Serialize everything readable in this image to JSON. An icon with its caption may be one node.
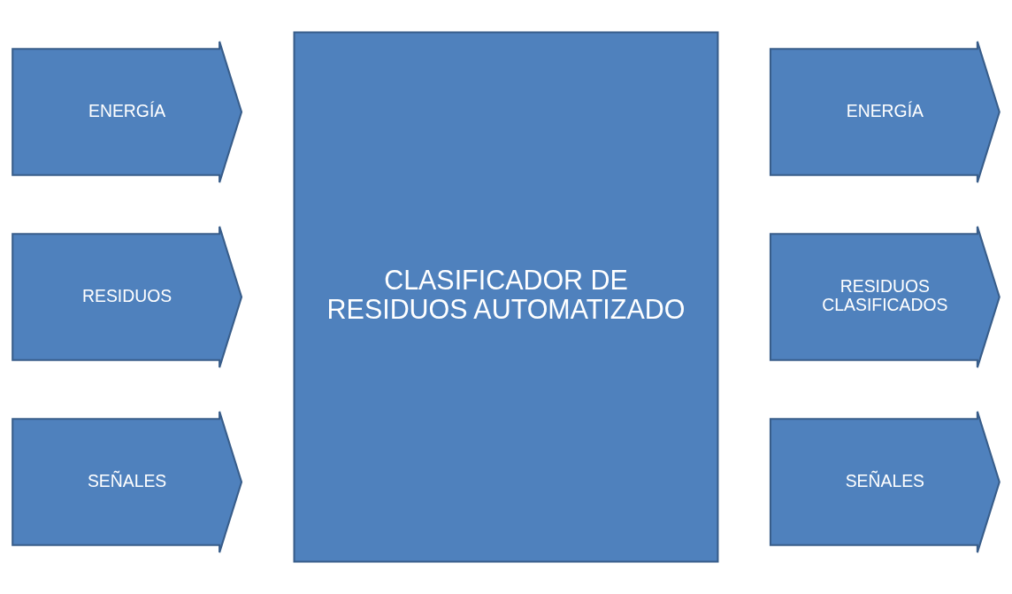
{
  "diagram": {
    "nodes": [
      {
        "text": [
          "ENERGÍA"
        ]
      },
      {
        "text": [
          "RESIDUOS"
        ]
      },
      {
        "text": [
          "SEÑALES"
        ]
      },
      {
        "text": [
          "CLASIFICADOR DE RESIDUOS AUTOMATIZADO"
        ]
      },
      {
        "text": [
          "ENERGÍA"
        ]
      },
      {
        "text": [
          "RESIDUOS CLASIFICADOS"
        ]
      },
      {
        "text": [
          "SEÑALES"
        ]
      }
    ]
  }
}
